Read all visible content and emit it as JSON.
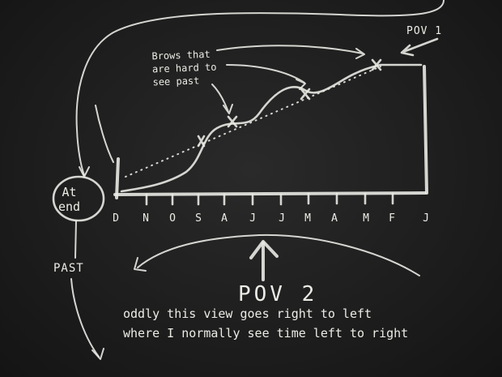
{
  "annotation": {
    "brows": "Brows that\nare hard to\nsee past",
    "pov1": "POV 1",
    "at_end": "At\nend",
    "past": "PAST",
    "pov2": "POV 2",
    "note_line1": "oddly this view goes right to left",
    "note_line2": "where I normally see time left to right"
  },
  "axis": {
    "months": [
      "D",
      "N",
      "O",
      "S",
      "A",
      "J",
      "J",
      "M",
      "A",
      "M",
      "F",
      "J"
    ]
  },
  "colors": {
    "board": "#1e1e1e",
    "chalk": "#e9e9e4"
  }
}
